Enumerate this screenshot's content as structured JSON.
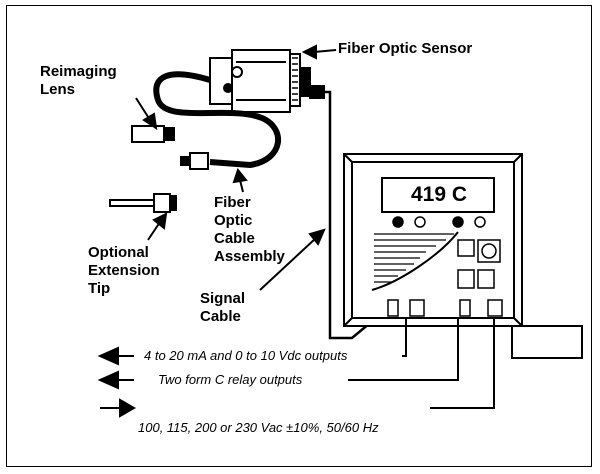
{
  "labels": {
    "fiber_optic_sensor": "Fiber Optic Sensor",
    "reimaging_lens": [
      "Reimaging",
      "Lens"
    ],
    "fiber_optic_cable_assembly": [
      "Fiber",
      "Optic",
      "Cable",
      "Assembly"
    ],
    "optional_extension_tip": [
      "Optional",
      "Extension",
      "Tip"
    ],
    "signal_cable": [
      "Signal",
      "Cable"
    ]
  },
  "display": {
    "reading": "419 C"
  },
  "outputs": {
    "analog": "4 to 20 mA and 0 to 10 Vdc outputs",
    "relay": "Two form C relay outputs",
    "power": "100, 115, 200 or 230 Vac ±10%, 50/60 Hz"
  }
}
